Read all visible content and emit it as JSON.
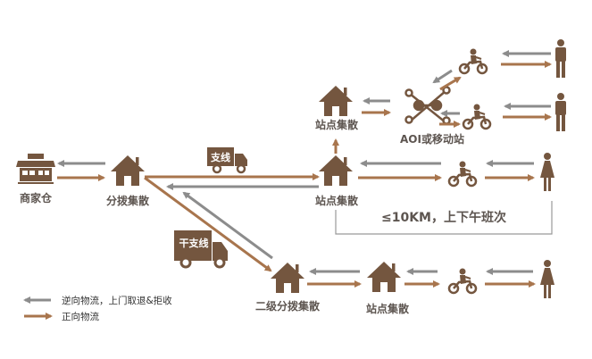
{
  "colors": {
    "icon": "#74563f",
    "forward": "#a8754d",
    "reverse": "#8c8c8c",
    "bracket": "#999999"
  },
  "nodes": {
    "merchant_warehouse": "商家仓",
    "hub": "分拨集散",
    "station_mid": "站点集散",
    "station_top": "站点集散",
    "aoi": "AOI或移动站",
    "secondary_hub": "二级分拨集散",
    "station_bottom": "站点集散"
  },
  "trucks": {
    "branch": "支线",
    "trunk_branch": "干支线"
  },
  "bracket_note": "≤10KM，上下午班次",
  "legend": {
    "reverse": "逆向物流，上门取退&拒收",
    "forward": "正向物流"
  }
}
